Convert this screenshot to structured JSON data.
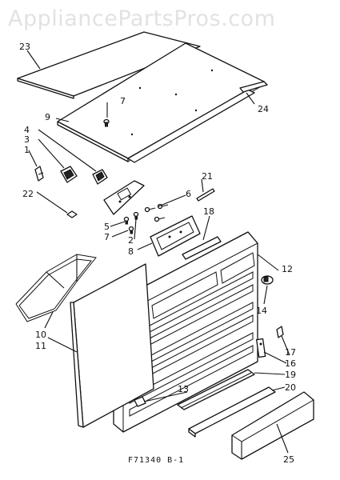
{
  "watermark": "AppliancePartsPros.com",
  "diagram_code": "F71340 B-1",
  "callouts": [
    {
      "id": "c23",
      "text": "23"
    },
    {
      "id": "c24",
      "text": "24"
    },
    {
      "id": "c7a",
      "text": "7"
    },
    {
      "id": "c9",
      "text": "9"
    },
    {
      "id": "c4",
      "text": "4"
    },
    {
      "id": "c3",
      "text": "3"
    },
    {
      "id": "c1",
      "text": "1"
    },
    {
      "id": "c22",
      "text": "22"
    },
    {
      "id": "c6",
      "text": "6"
    },
    {
      "id": "c21",
      "text": "21"
    },
    {
      "id": "c5",
      "text": "5"
    },
    {
      "id": "c7b",
      "text": "7"
    },
    {
      "id": "c2",
      "text": "2"
    },
    {
      "id": "c8",
      "text": "8"
    },
    {
      "id": "c18",
      "text": "18"
    },
    {
      "id": "c12",
      "text": "12"
    },
    {
      "id": "c14",
      "text": "14"
    },
    {
      "id": "c10",
      "text": "10"
    },
    {
      "id": "c11",
      "text": "11"
    },
    {
      "id": "c17",
      "text": "17"
    },
    {
      "id": "c16",
      "text": "16"
    },
    {
      "id": "c19",
      "text": "19"
    },
    {
      "id": "c13",
      "text": "13"
    },
    {
      "id": "c20",
      "text": "20"
    },
    {
      "id": "c25",
      "text": "25"
    }
  ]
}
